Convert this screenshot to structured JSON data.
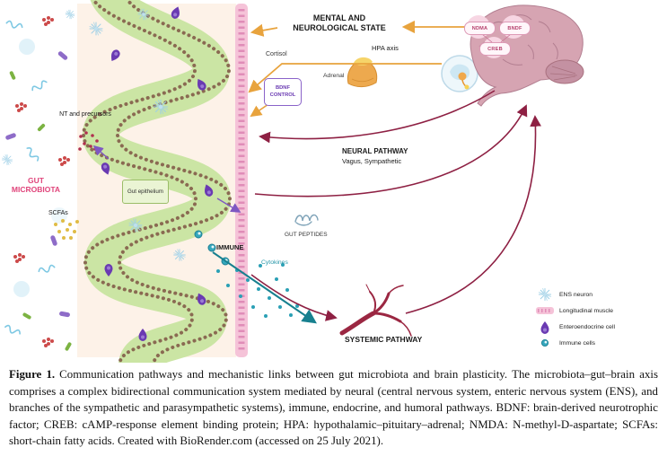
{
  "figure": {
    "labels": {
      "mental_state": "MENTAL AND NEUROLOGICAL STATE",
      "cortisol": "Cortisol",
      "hpa_axis": "HPA axis",
      "adrenal": "Adrenal",
      "bdnf_control": "BDNF CONTROL",
      "nt_precursors": "NT and precursors",
      "gut_microbiota": "GUT MICROBIOTA",
      "gut_epithelium": "Gut epithelium",
      "scfas": "SCFAs",
      "immune": "IMMUNE",
      "cytokines": "Cytokines",
      "gut_peptides": "GUT PEPTIDES",
      "neural_pathway": "NEURAL PATHWAY",
      "neural_pathway_sub": "Vagus, Sympathetic",
      "systemic_pathway": "SYSTEMIC PATHWAY",
      "brain_ndma": "NDMA",
      "brain_bndf": "BNDF",
      "brain_creb": "CREB"
    },
    "legend": [
      {
        "label": "ENS neuron",
        "icon": "ens-neuron-icon"
      },
      {
        "label": "Longitudinal muscle",
        "icon": "longitudinal-muscle-icon"
      },
      {
        "label": "Enteroendocrine cell",
        "icon": "enteroendocrine-cell-icon"
      },
      {
        "label": "Immune cells",
        "icon": "immune-cells-icon"
      }
    ],
    "colors": {
      "gut_microbiota_text": "#e0457b",
      "hpa_arrow_orange": "#e8a33d",
      "neural_arrow_maroon": "#8e2043",
      "immune_teal": "#2aa0b5",
      "enteroendocrine_purple": "#6a3ab2",
      "gut_wall_green": "#cbe5a4",
      "muscle_pink": "#f5c3d8",
      "brain_pink": "#d6a4b2"
    }
  },
  "caption": {
    "label": "Figure 1.",
    "text": "Communication pathways and mechanistic links between gut microbiota and brain plasticity. The microbiota–gut–brain axis comprises a complex bidirectional communication system mediated by neural (central nervous system, enteric nervous system (ENS), and branches of the sympathetic and parasympathetic systems), immune, endocrine, and humoral pathways. BDNF: brain-derived neurotrophic factor; CREB: cAMP-response element binding protein; HPA: hypothalamic–pituitary–adrenal; NMDA: N-methyl-D-aspartate; SCFAs: short-chain fatty acids. Created with BioRender.com (accessed on 25 July 2021)."
  }
}
